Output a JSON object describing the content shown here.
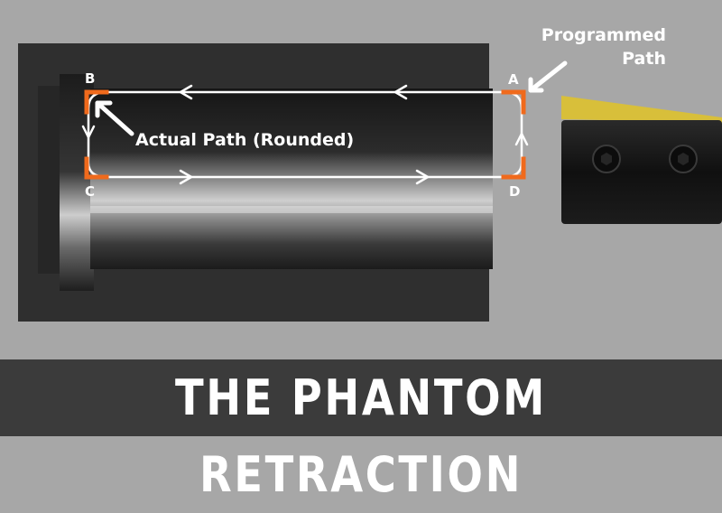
{
  "labels": {
    "corner_a": "A",
    "corner_b": "B",
    "corner_c": "C",
    "corner_d": "D",
    "programmed_line1": "Programmed",
    "programmed_line2": "Path",
    "actual_path": "Actual Path (Rounded)"
  },
  "banner": {
    "title": "THE PHANTOM RETRACTION"
  },
  "colors": {
    "background": "#a7a7a7",
    "path": "#ffffff",
    "corner_marker": "#f06a1c",
    "insert": "#d8bf3a",
    "banner": "#3b3b3b"
  }
}
